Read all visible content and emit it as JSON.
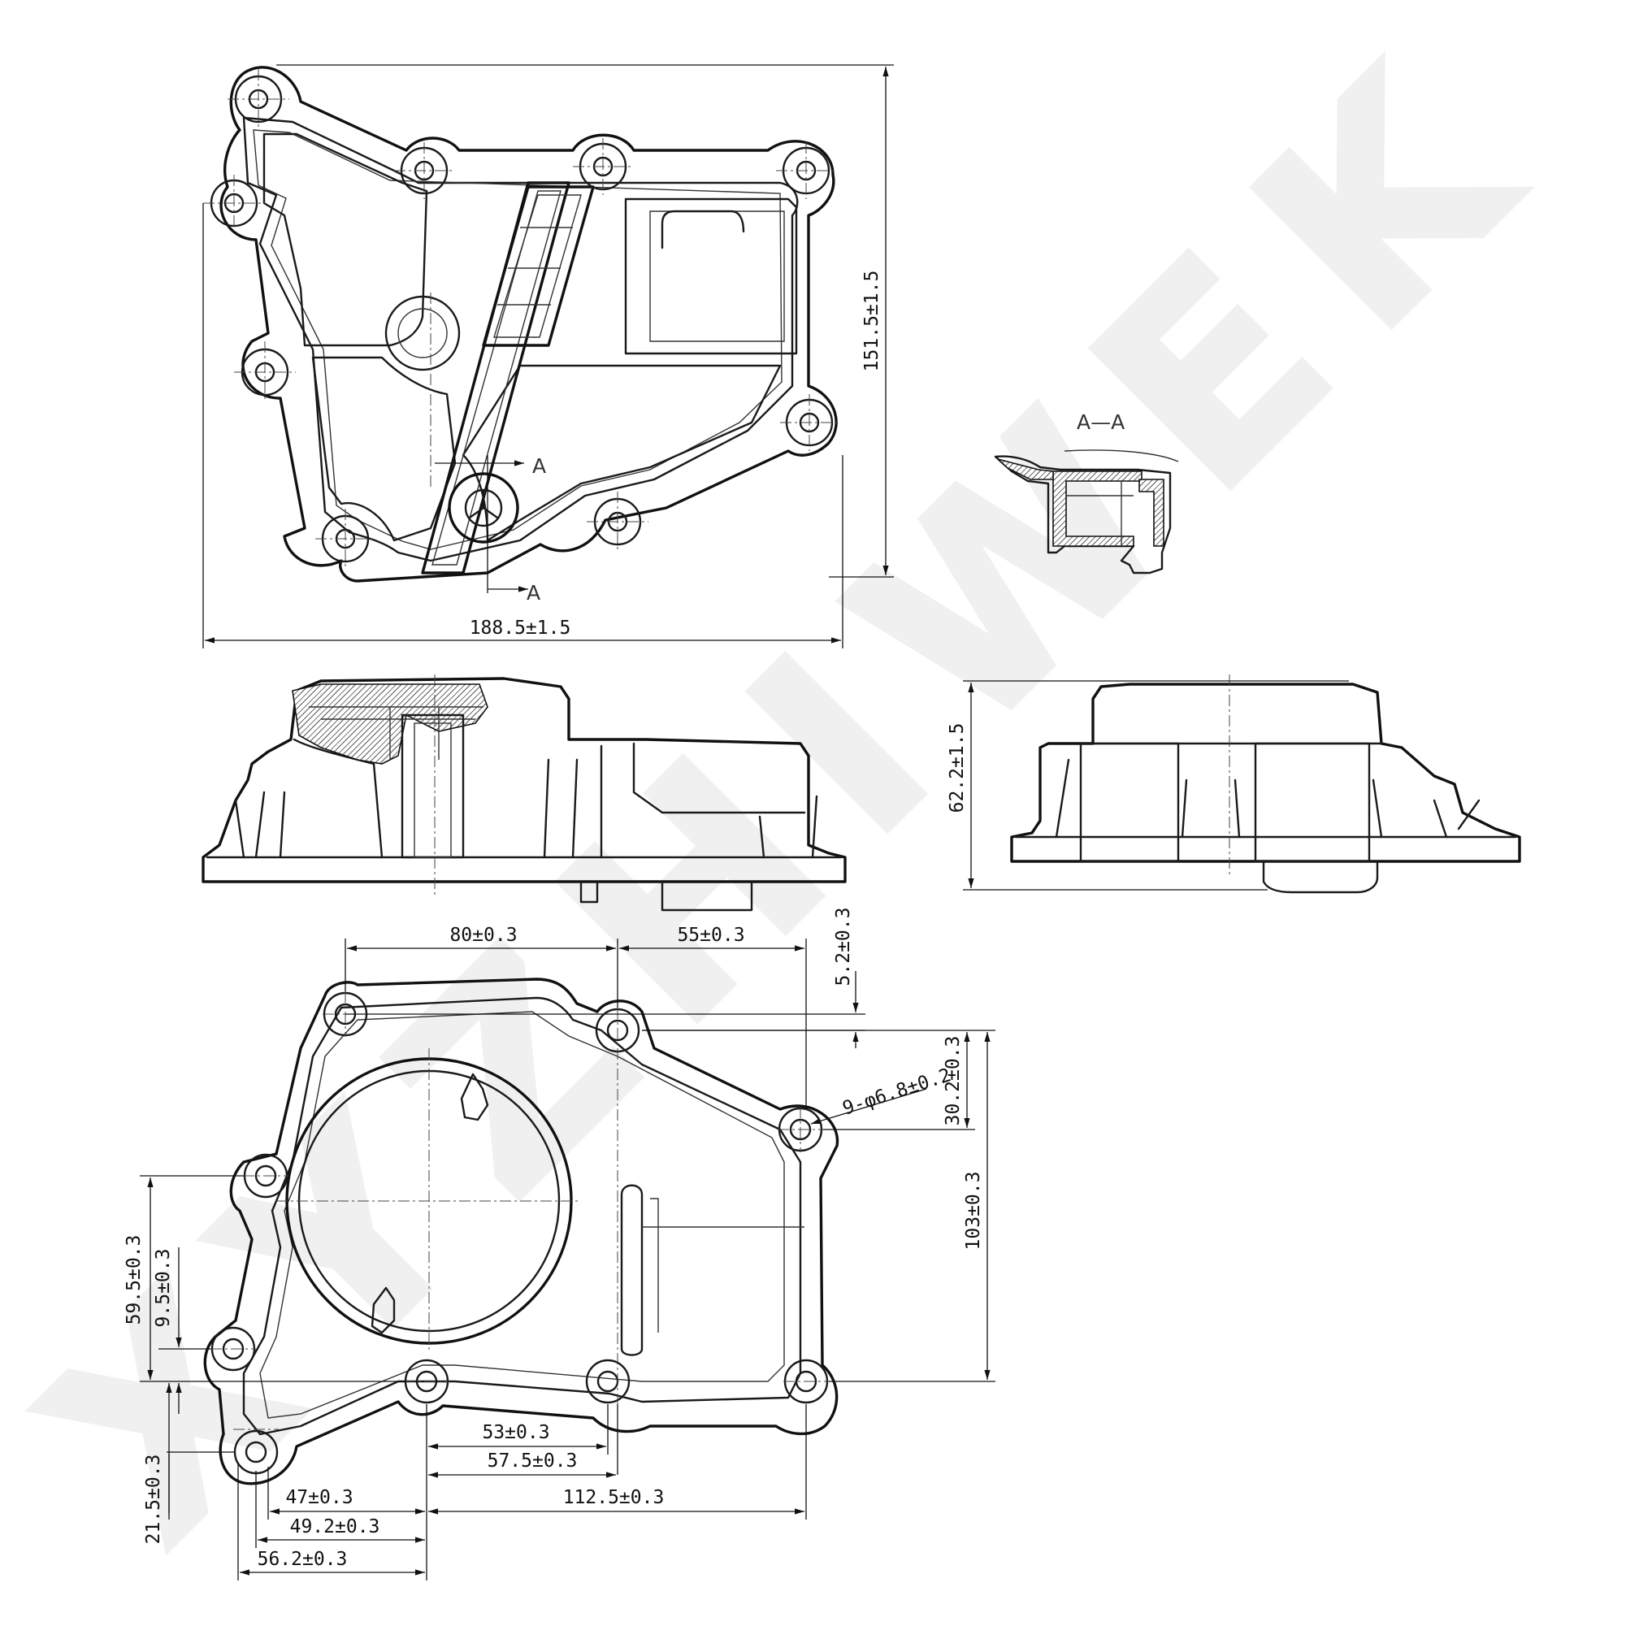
{
  "watermark": "XYZHIWEK",
  "section_label": "A—A",
  "section_marks": [
    "A",
    "A"
  ],
  "dimensions": {
    "top_width": "188.5±1.5",
    "top_height": "151.5±1.5",
    "side_height": "62.2±1.5",
    "d_80": "80±0.3",
    "d_55": "55±0.3",
    "d_5_2": "5.2±0.3",
    "d_30_2": "30.2±0.3",
    "holes": "9-φ6.8±0.2",
    "d_103": "103±0.3",
    "d_59_5": "59.5±0.3",
    "d_9_5": "9.5±0.3",
    "d_21_5": "21.5±0.3",
    "d_53": "53±0.3",
    "d_57_5": "57.5±0.3",
    "d_112_5": "112.5±0.3",
    "d_47": "47±0.3",
    "d_49_2": "49.2±0.3",
    "d_56_2": "56.2±0.3"
  }
}
